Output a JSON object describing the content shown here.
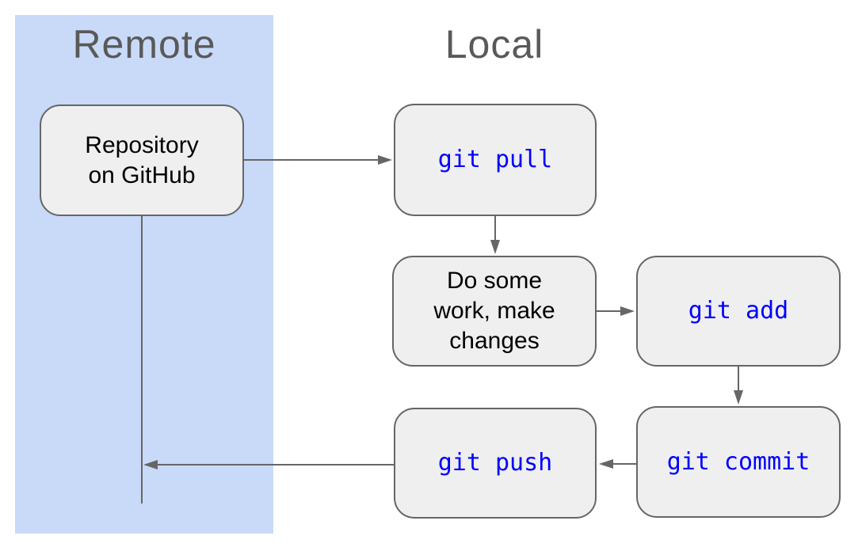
{
  "sections": {
    "remote": {
      "title": "Remote"
    },
    "local": {
      "title": "Local"
    }
  },
  "nodes": {
    "repository": {
      "label": "Repository\non GitHub"
    },
    "git_pull": {
      "label": "git pull"
    },
    "do_work": {
      "label": "Do some\nwork, make\nchanges"
    },
    "git_add": {
      "label": "git add"
    },
    "git_commit": {
      "label": "git commit"
    },
    "git_push": {
      "label": "git push"
    }
  },
  "colors": {
    "remote_panel_background": "#c9daf8",
    "node_fill": "#efefef",
    "node_border": "#666666",
    "arrow": "#666666",
    "command_text": "#0000ff",
    "section_title_text": "#595959",
    "plain_text": "#000000"
  }
}
